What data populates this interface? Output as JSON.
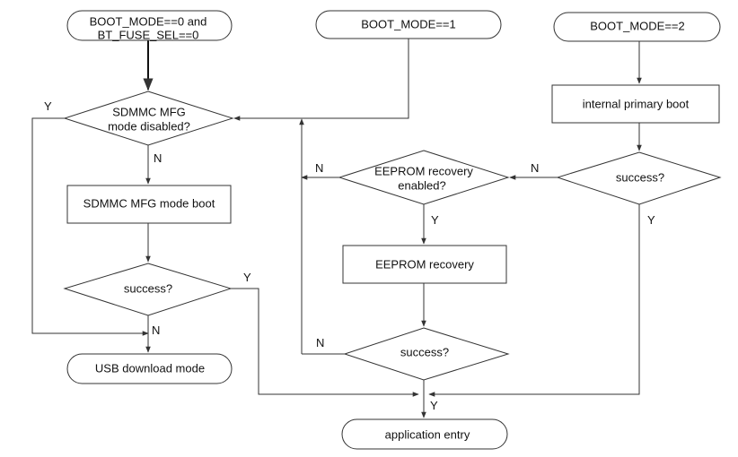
{
  "start_nodes": {
    "mode0_line1": "BOOT_MODE==0 and",
    "mode0_line2": "BT_FUSE_SEL==0",
    "mode1": "BOOT_MODE==1",
    "mode2": "BOOT_MODE==2"
  },
  "processes": {
    "internal_primary_boot": "internal primary boot",
    "sdmmc_mfg_mode_boot": "SDMMC MFG mode boot",
    "eeprom_recovery": "EEPROM recovery"
  },
  "decisions": {
    "sdmmc_line1": "SDMMC MFG",
    "sdmmc_line2": "mode disabled?",
    "eeprom_line1": "EEPROM recovery",
    "eeprom_line2": "enabled?",
    "success_right": "success?",
    "success_left": "success?",
    "success_middle": "success?"
  },
  "terminals": {
    "usb_download_mode": "USB download mode",
    "application_entry": "application entry"
  },
  "edge_labels": {
    "yes": "Y",
    "no": "N"
  }
}
